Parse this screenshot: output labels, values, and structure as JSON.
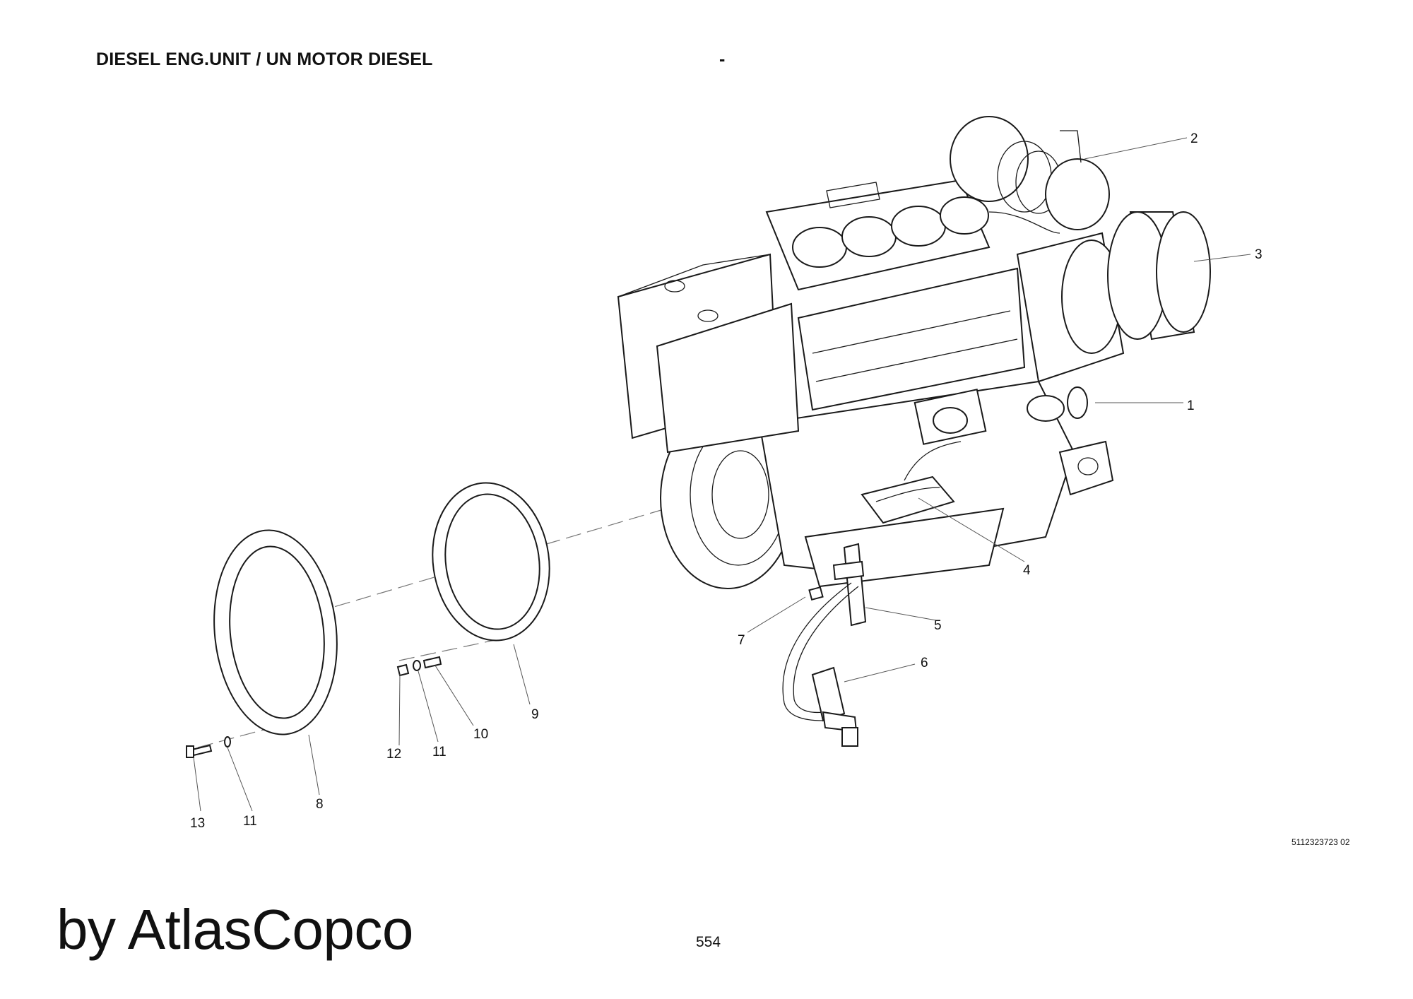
{
  "header": {
    "title": "DIESEL ENG.UNIT / UN MOTOR DIESEL",
    "separator": "-"
  },
  "drawing": {
    "doc_number": "5112323723 02",
    "callouts": [
      "1",
      "2",
      "3",
      "4",
      "5",
      "6",
      "7",
      "8",
      "9",
      "10",
      "11",
      "12",
      "11",
      "13"
    ]
  },
  "footer": {
    "brand": "by AtlasCopco",
    "page_number": "554"
  }
}
